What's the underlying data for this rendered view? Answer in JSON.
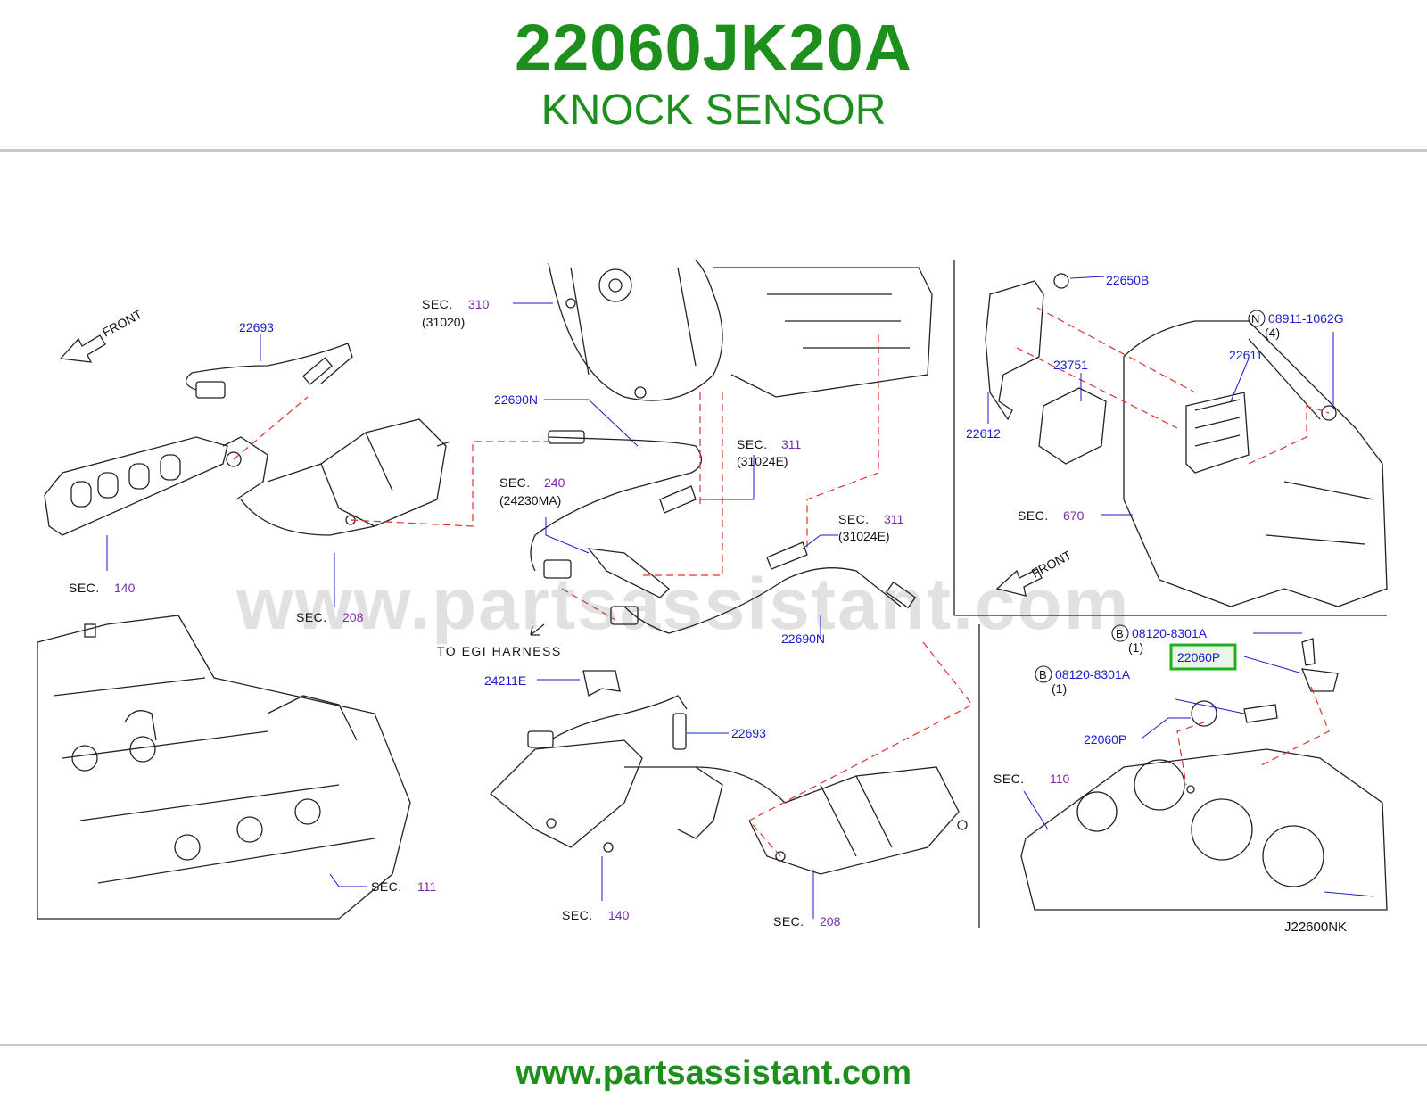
{
  "header": {
    "part_number": "22060JK20A",
    "part_name": "KNOCK SENSOR"
  },
  "footer": {
    "url": "www.partsassistant.com"
  },
  "watermark": "www.partsassistant.com",
  "diagram": {
    "code": "J22600NK",
    "front_left": "FRONT",
    "front_right": "FRONT",
    "to_egi": "TO EGI HARNESS",
    "highlight_part": "22060P",
    "colors": {
      "brand": "#1c8f1c",
      "part_number": "#1a1acc",
      "sec_number": "#7a2aa8",
      "leader_dash": "#e03030"
    },
    "parts": {
      "p22693_top": "22693",
      "p22690N_top": "22690N",
      "p22690N_bottom": "22690N",
      "p24211E": "24211E",
      "p22693_bottom": "22693",
      "p22650B": "22650B",
      "p08911": "08911-1062G",
      "p08911_qty": "(4)",
      "p08911_prefix": "N",
      "p23751": "23751",
      "p22611": "22611",
      "p22612": "22612",
      "p08120_a": "08120-8301A",
      "p08120_a_qty": "(1)",
      "p08120_a_prefix": "B",
      "p08120_b": "08120-8301A",
      "p08120_b_qty": "(1)",
      "p08120_b_prefix": "B",
      "p22060P_low": "22060P"
    },
    "sections": {
      "s310": {
        "label": "SEC.",
        "num": "310",
        "sub": "(31020)"
      },
      "s311a": {
        "label": "SEC.",
        "num": "311",
        "sub": "(31024E)"
      },
      "s240": {
        "label": "SEC.",
        "num": "240",
        "sub": "(24230MA)"
      },
      "s311b": {
        "label": "SEC.",
        "num": "311",
        "sub": "(31024E)"
      },
      "s140a": {
        "label": "SEC.",
        "num": "140"
      },
      "s208a": {
        "label": "SEC.",
        "num": "208"
      },
      "s111": {
        "label": "SEC.",
        "num": "111"
      },
      "s140b": {
        "label": "SEC.",
        "num": "140"
      },
      "s208b": {
        "label": "SEC.",
        "num": "208"
      },
      "s670": {
        "label": "SEC.",
        "num": "670"
      },
      "s110": {
        "label": "SEC.",
        "num": "110"
      }
    }
  }
}
